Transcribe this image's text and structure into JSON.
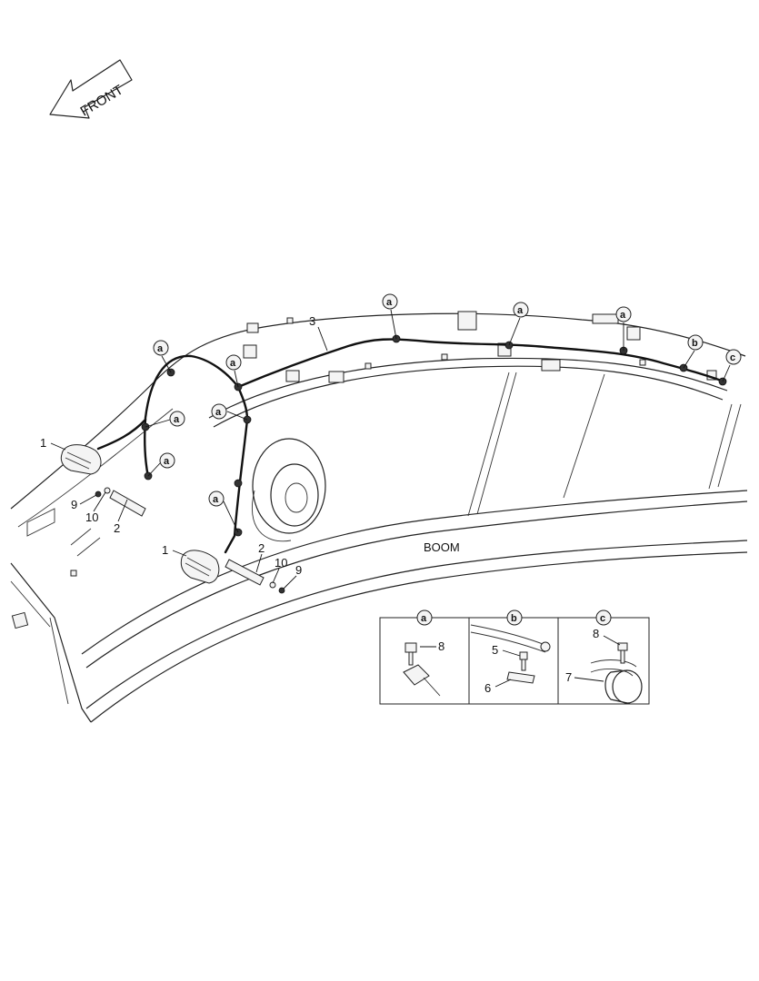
{
  "front_arrow": {
    "label": "FRONT"
  },
  "boom_label": "BOOM",
  "callouts": {
    "a": "a",
    "b": "b",
    "c": "c"
  },
  "part_numbers": {
    "p1": "1",
    "p2": "2",
    "p3": "3",
    "p5": "5",
    "p6": "6",
    "p7": "7",
    "p8": "8",
    "p9": "9",
    "p10": "10"
  },
  "detail_panels": [
    {
      "callout": "a",
      "parts": [
        "8"
      ]
    },
    {
      "callout": "b",
      "parts": [
        "5",
        "6"
      ]
    },
    {
      "callout": "c",
      "parts": [
        "8",
        "7"
      ]
    }
  ]
}
